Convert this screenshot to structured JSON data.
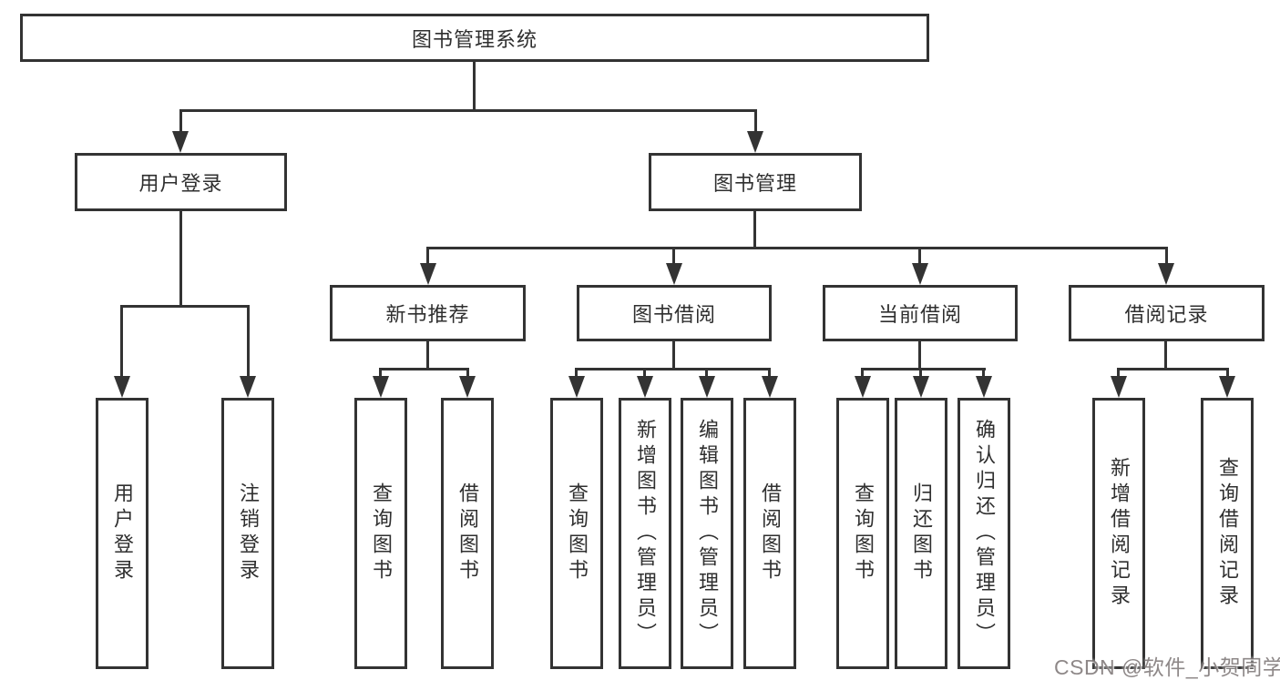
{
  "diagram": {
    "root": "图书管理系统",
    "user_login": {
      "label": "用户登录",
      "leaves": [
        "用户登录",
        "注销登录"
      ]
    },
    "book_mgmt": {
      "label": "图书管理",
      "new_book": {
        "label": "新书推荐",
        "leaves": [
          "查询图书",
          "借阅图书"
        ]
      },
      "borrow": {
        "label": "图书借阅",
        "leaves": [
          "查询图书",
          "新增图书（管理员）",
          "编辑图书（管理员）",
          "借阅图书"
        ]
      },
      "current": {
        "label": "当前借阅",
        "leaves": [
          "查询图书",
          "归还图书",
          "确认归还（管理员）"
        ]
      },
      "records": {
        "label": "借阅记录",
        "leaves": [
          "新增借阅记录",
          "查询借阅记录"
        ]
      }
    }
  },
  "watermark": "CSDN @软件_小贺同学",
  "colors": {
    "line": "#333333",
    "text": "#2f2f2f",
    "background": "#ffffff",
    "watermark": "#6e6666"
  }
}
